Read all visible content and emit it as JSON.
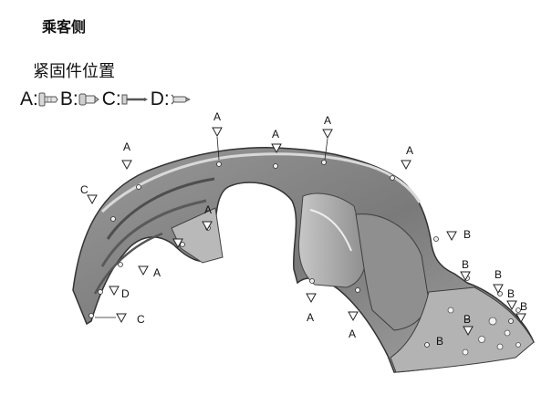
{
  "title": "乘客侧",
  "subtitle": "紧固件位置",
  "legend": [
    {
      "key": "A:",
      "icon": "push-clip-icon"
    },
    {
      "key": "B:",
      "icon": "screw-grommet-icon"
    },
    {
      "key": "C:",
      "icon": "screw-icon"
    },
    {
      "key": "D:",
      "icon": "rivet-clip-icon"
    }
  ],
  "callouts": {
    "left_upper_a": "A",
    "top_a1": "A",
    "top_a2": "A",
    "top_a3": "A",
    "top_a4": "A",
    "left_c": "C",
    "inner_a": "A",
    "mid_a": "A",
    "left_d": "D",
    "bottom_c": "C",
    "bottom_a1": "A",
    "bottom_a2": "A",
    "right_b1": "B",
    "right_b2": "B",
    "right_b3": "B",
    "right_b4": "B",
    "right_b5": "B",
    "right_b6": "B"
  }
}
